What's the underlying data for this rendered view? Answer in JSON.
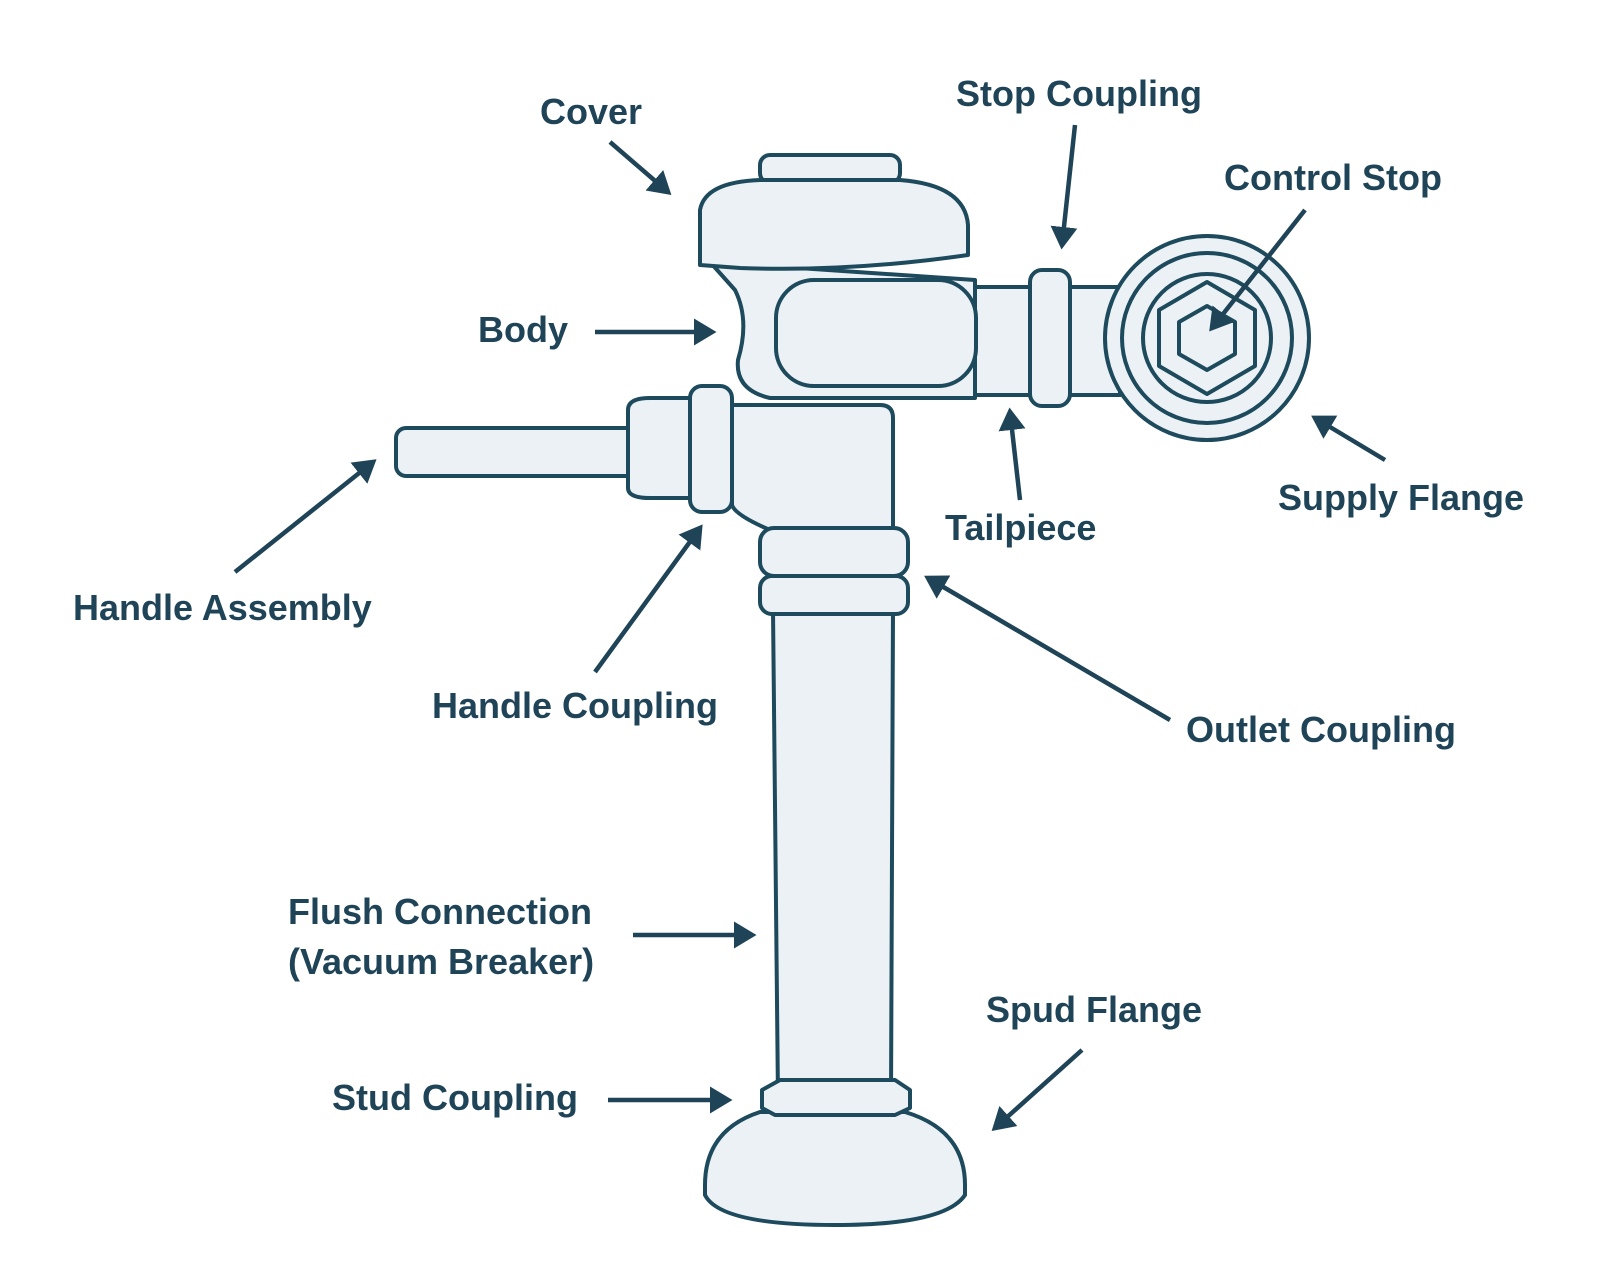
{
  "colors": {
    "stroke": "#1d4a5c",
    "fill": "#ebf1f4",
    "text": "#1f4457"
  },
  "labels": {
    "cover": "Cover",
    "stop_coupling": "Stop Coupling",
    "control_stop": "Control Stop",
    "body": "Body",
    "supply_flange": "Supply Flange",
    "tailpiece": "Tailpiece",
    "handle_assembly": "Handle Assembly",
    "handle_coupling": "Handle Coupling",
    "outlet_coupling": "Outlet Coupling",
    "flush_connection_line1": "Flush Connection",
    "flush_connection_line2": "(Vacuum Breaker)",
    "spud_flange": "Spud Flange",
    "stud_coupling": "Stud Coupling"
  }
}
